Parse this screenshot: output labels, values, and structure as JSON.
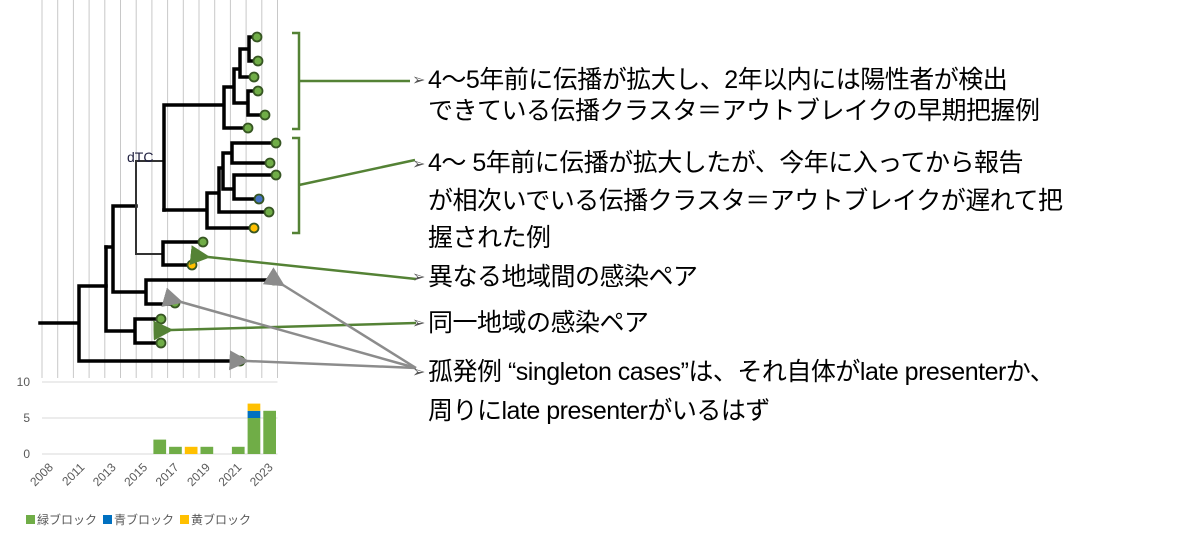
{
  "tree": {
    "node_label": "dTC",
    "tip_colors": {
      "green": "#70ad47",
      "blue": "#4472c4",
      "yellow": "#ffc000",
      "outline": "#375623"
    }
  },
  "annotations": [
    {
      "lines": [
        "4～5年前に伝播が拡大し、2年以内には陽性者が検出",
        "できている伝播クラスタ＝アウトブレイクの早期把握例"
      ]
    },
    {
      "lines": [
        "4～ 5年前に伝播が拡大したが、今年に入ってから報告",
        "が相次いでいる伝播クラスタ＝アウトブレイクが遅れて把",
        "握された例"
      ]
    },
    {
      "lines": [
        "異なる地域間の感染ペア"
      ]
    },
    {
      "lines": [
        "同一地域の感染ペア"
      ]
    },
    {
      "lines": [
        "孤発例 “singleton cases”は、それ自体がlate presenterか、",
        "周りにlate presenterがいるはず"
      ]
    }
  ],
  "colors": {
    "bracket_green": "#548235",
    "arrow_gray": "#8c8c8c"
  },
  "chart_data": {
    "type": "bar",
    "stacked": true,
    "years": [
      2008,
      2010,
      2011,
      2012,
      2013,
      2014,
      2015,
      2016,
      2017,
      2018,
      2019,
      2020,
      2021,
      2022,
      2023
    ],
    "tick_labels": [
      "2008",
      "2011",
      "2013",
      "2015",
      "2017",
      "2019",
      "2021",
      "2023"
    ],
    "series": [
      {
        "name": "緑ブロック",
        "color": "#70ad47",
        "values": [
          0,
          0,
          0,
          0,
          0,
          0,
          0,
          2,
          1,
          0,
          1,
          0,
          1,
          5,
          6
        ]
      },
      {
        "name": "青ブロック",
        "color": "#0070c0",
        "values": [
          0,
          0,
          0,
          0,
          0,
          0,
          0,
          0,
          0,
          0,
          0,
          0,
          0,
          1,
          0
        ]
      },
      {
        "name": "黄ブロック",
        "color": "#ffc000",
        "values": [
          0,
          0,
          0,
          0,
          0,
          0,
          0,
          0,
          0,
          1,
          0,
          0,
          0,
          1,
          0
        ]
      }
    ],
    "yticks": [
      "0",
      "5",
      "10"
    ],
    "ylim": [
      0,
      10
    ],
    "legend": "bottom"
  }
}
